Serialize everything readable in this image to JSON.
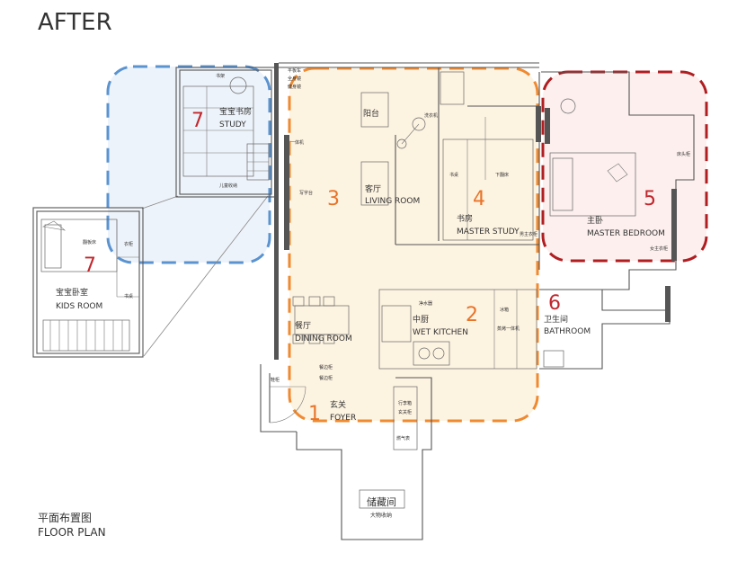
{
  "header": {
    "title": "AFTER"
  },
  "legend": {
    "cn": "平面布置图",
    "en": "FLOOR PLAN"
  },
  "colors": {
    "orange": "#f08a30",
    "orange_fill": "#fdf1dc",
    "blue": "#5a93d0",
    "blue_fill": "#eaf1f9",
    "red": "#b01e22",
    "red_fill": "#fcecea",
    "num_orange": "#e8742a",
    "num_red": "#c0272d"
  },
  "zones": [
    {
      "number": "1",
      "cn": "玄关",
      "en": "FOYER"
    },
    {
      "number": "2",
      "cn": "中厨",
      "en": "WET KITCHEN"
    },
    {
      "number": "3",
      "cn": "客厅",
      "en": "LIVING ROOM"
    },
    {
      "number": "4",
      "cn": "书房",
      "en": "MASTER STUDY"
    },
    {
      "number": "5",
      "cn": "主卧",
      "en": "MASTER BEDROOM"
    },
    {
      "number": "6",
      "cn": "卫生间",
      "en": "BATHROOM"
    },
    {
      "number": "7",
      "cn": "宝宝书房",
      "en": "STUDY"
    },
    {
      "number": "7",
      "cn": "宝宝卧室",
      "en": "KIDS ROOM"
    }
  ],
  "rooms": {
    "balcony": "阳台",
    "dining_cn": "餐厅",
    "dining_en": "DINING ROOM",
    "storage": "储藏间",
    "storage_cabinet": "大物收纳"
  },
  "fixtures": {
    "bookshelf": "书架",
    "pingban": "平板车",
    "quanshen": "全身镜",
    "jianshen": "健身镜",
    "xiyi": "洗衣机",
    "yiji": "一体机",
    "ertong": "儿童收纳",
    "shuzhuo": "书桌",
    "xiadeng": "下翻床",
    "xieyi": "写字台",
    "nanzhu": "男主衣柜",
    "nvzhu": "女主衣柜",
    "yigui": "衣柜",
    "shuzhuo2": "书桌",
    "bingxiang": "冰箱",
    "zhengkao": "蒸烤一体机",
    "jingshui": "净水器",
    "xiegui": "鞋柜",
    "canbian": "餐边柜",
    "canbian2": "餐边柜",
    "xingli": "行李箱",
    "xuanguan_gui": "玄关柜",
    "ranqi": "燃气表",
    "chuangtou": "床头柜",
    "fanban": "翻板床"
  }
}
